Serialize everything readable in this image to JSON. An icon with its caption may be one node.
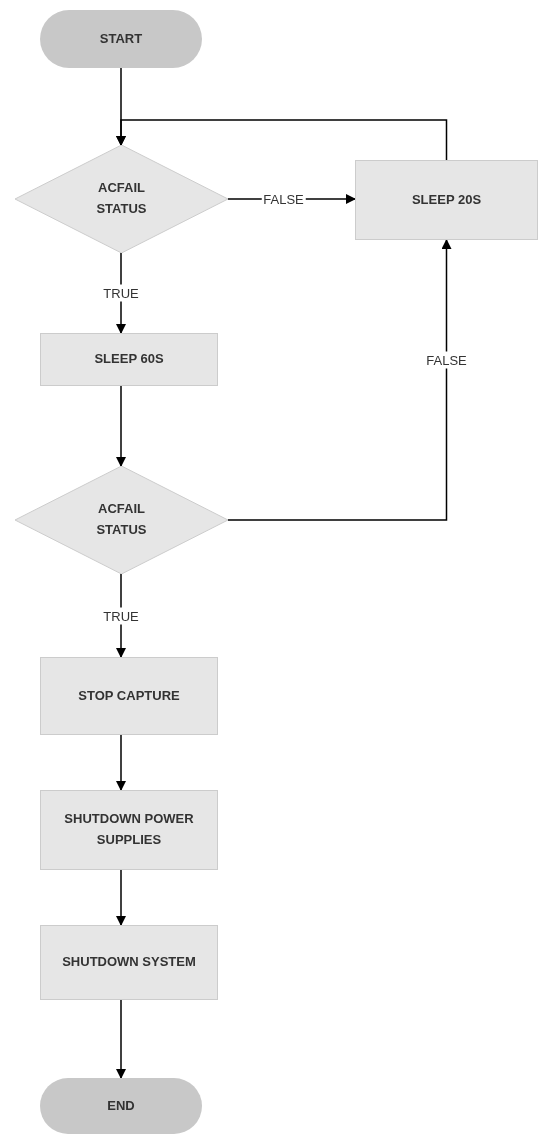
{
  "diagram": {
    "nodes": [
      {
        "text": [
          "START"
        ]
      },
      {
        "text": [
          "ACFAIL STATUS"
        ]
      },
      {
        "text": [
          "SLEEP 20S"
        ]
      },
      {
        "text": [
          "SLEEP 60S"
        ]
      },
      {
        "text": [
          "ACFAIL STATUS"
        ]
      },
      {
        "text": [
          "STOP CAPTURE"
        ]
      },
      {
        "text": [
          "SHUTDOWN POWER SUPPLIES"
        ]
      },
      {
        "text": [
          "SHUTDOWN SYSTEM"
        ]
      },
      {
        "text": [
          "END"
        ]
      }
    ],
    "edges": [
      {
        "from": 0,
        "to": 1,
        "arrow": "to"
      },
      {
        "from": 2,
        "to": 1,
        "arrow": "to"
      },
      {
        "from": 1,
        "to": 2,
        "arrow": "to",
        "label": "FALSE"
      },
      {
        "from": 1,
        "to": 3,
        "arrow": "to",
        "label": "TRUE"
      },
      {
        "from": 3,
        "to": 4,
        "arrow": "to"
      },
      {
        "from": 4,
        "to": 2,
        "arrow": "to",
        "label": "FALSE"
      },
      {
        "from": 4,
        "to": 5,
        "arrow": "to",
        "label": "TRUE"
      },
      {
        "from": 5,
        "to": 6,
        "arrow": "to"
      },
      {
        "from": 6,
        "to": 7,
        "arrow": "to"
      },
      {
        "from": 7,
        "to": 8,
        "arrow": "to"
      }
    ]
  }
}
